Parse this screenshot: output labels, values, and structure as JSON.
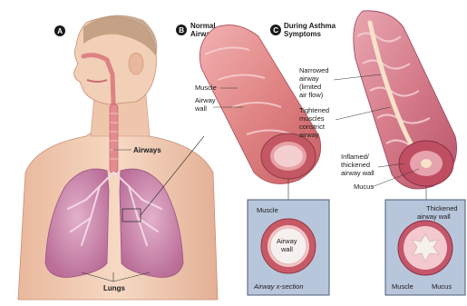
{
  "panels": {
    "a": {
      "badge": "A"
    },
    "b": {
      "badge": "B",
      "title_lines": [
        "Normal",
        "Airway"
      ]
    },
    "c": {
      "badge": "C",
      "title_lines": [
        "During Asthma",
        "Symptoms"
      ]
    }
  },
  "labels": {
    "airways": "Airways",
    "lungs": "Lungs",
    "muscle_b": "Muscle",
    "airway_wall_b": [
      "Airway",
      "wall"
    ],
    "narrowed_airway": [
      "Narrowed",
      "airway",
      "(limited",
      "air flow)"
    ],
    "tightened_muscles": [
      "Tightened",
      "muscles",
      "constrict",
      "airway"
    ],
    "inflamed_wall": [
      "Inflamed/",
      "thickened",
      "airway wall"
    ],
    "mucus_c": "Mucus"
  },
  "inset_b": {
    "muscle": "Muscle",
    "airway_wall": [
      "Airway",
      "wall"
    ],
    "caption": "Airway x-section"
  },
  "inset_c": {
    "thickened_wall": [
      "Thickened",
      "airway wall"
    ],
    "muscle": "Muscle",
    "mucus": "Mucus"
  },
  "colors": {
    "skin": "#f1cdb4",
    "lung": "#c77fa6",
    "airway_pink": "#d9747b",
    "inset_bg": "#b8c6dc",
    "badge": "#1a1a1a"
  }
}
